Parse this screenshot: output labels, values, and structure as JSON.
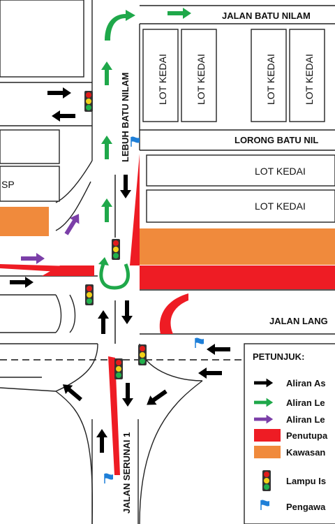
{
  "streets": {
    "batu_nilam": "JALAN BATU NILAM",
    "lebuh_batu_nilam": "LEBUH BATU NILAM",
    "lorong_batu_nilam": "LORONG BATU NIL",
    "jalan_lang": "JALAN LANG",
    "jalan_serunai": "JALAN SERUNAI 1"
  },
  "buildings": {
    "lot_kedai": "LOT KEDAI",
    "sp_fragment": "SP"
  },
  "legend": {
    "title": "PETUNJUK:",
    "items": [
      {
        "text": "Aliran As",
        "icon": "black-arrow-icon",
        "color": "#000000"
      },
      {
        "text": "Aliran Le",
        "icon": "green-arrow-icon",
        "color": "#1fa84a"
      },
      {
        "text": "Aliran Le",
        "icon": "purple-arrow-icon",
        "color": "#7b3fa8"
      },
      {
        "text": "Penutupa",
        "icon": "red-block-icon",
        "color": "#ee1c24"
      },
      {
        "text": "Kawasan",
        "icon": "orange-block-icon",
        "color": "#f08a3c"
      },
      {
        "text": "Lampu Is",
        "icon": "traffic-light-icon",
        "color": "#d9a800"
      },
      {
        "text": "Pengawa",
        "icon": "blue-flag-icon",
        "color": "#1e7fd8"
      }
    ]
  },
  "colors": {
    "closure": "#ee1c24",
    "zone": "#f08a3c",
    "main_flow": "#000000",
    "green_flow": "#1fa84a",
    "purple_flow": "#7b3fa8",
    "flag": "#1e7fd8"
  }
}
